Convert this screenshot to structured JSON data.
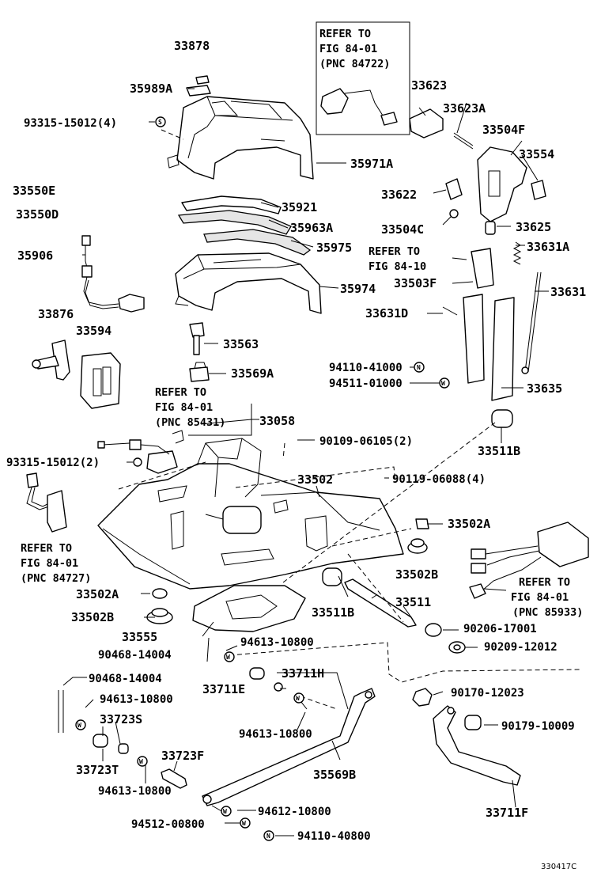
{
  "labels": {
    "p33878": "33878",
    "p35989A": "35989A",
    "p93315_15012_4": "93315-15012(4)",
    "p35971A": "35971A",
    "p33550E": "33550E",
    "p33550D": "33550D",
    "p35921": "35921",
    "p35963A": "35963A",
    "p35975": "35975",
    "p35906": "35906",
    "p35974": "35974",
    "p33876": "33876",
    "p33594": "33594",
    "p33563": "33563",
    "p33569A": "33569A",
    "p33058": "33058",
    "p93315_15012_2": "93315-15012(2)",
    "p90109_06105_2": "90109-06105(2)",
    "p33502": "33502",
    "p90119_06088_4": "90119-06088(4)",
    "p33502A_r": "33502A",
    "p33502B_r": "33502B",
    "p33502A_l": "33502A",
    "p33502B_l": "33502B",
    "p33555": "33555",
    "p33511B_a": "33511B",
    "p33511": "33511",
    "p33511B_b": "33511B",
    "p90206_17001": "90206-17001",
    "p90209_12012": "90209-12012",
    "p90468_14004_a": "90468-14004",
    "p94613_10800_a": "94613-10800",
    "p90468_14004_b": "90468-14004",
    "p94613_10800_b": "94613-10800",
    "p33711H": "33711H",
    "p33711E": "33711E",
    "p33723S": "33723S",
    "p94613_10800_c": "94613-10800",
    "p90170_12023": "90170-12023",
    "p90179_10009": "90179-10009",
    "p33723T": "33723T",
    "p33723F": "33723F",
    "p94613_10800_d": "94613-10800",
    "p35569B": "35569B",
    "p33711F": "33711F",
    "p94612_10800": "94612-10800",
    "p94512_00800": "94512-00800",
    "p94110_40800": "94110-40800",
    "p33623": "33623",
    "p33623A": "33623A",
    "p33504F": "33504F",
    "p33554": "33554",
    "p33622": "33622",
    "p33504C": "33504C",
    "p33625": "33625",
    "p33631A": "33631A",
    "p33503F": "33503F",
    "p33631": "33631",
    "p33631D": "33631D",
    "p94110_41000": "94110-41000",
    "p94511_01000": "94511-01000",
    "p33635": "33635"
  },
  "references": {
    "top_box": [
      "REFER TO",
      "FIG 84-01",
      "(PNC 84722)"
    ],
    "mid_right": [
      "REFER TO",
      "FIG 84-10"
    ],
    "mid_center": [
      "REFER TO",
      "FIG 84-01",
      "(PNC 85431)"
    ],
    "left": [
      "REFER TO",
      "FIG 84-01",
      "(PNC 84727)"
    ],
    "right": [
      "REFER TO",
      "FIG 84-01",
      "(PNC 85933)"
    ]
  },
  "symbols": {
    "S": "S",
    "W": "W",
    "N": "N"
  },
  "diagram_code": "330417C"
}
